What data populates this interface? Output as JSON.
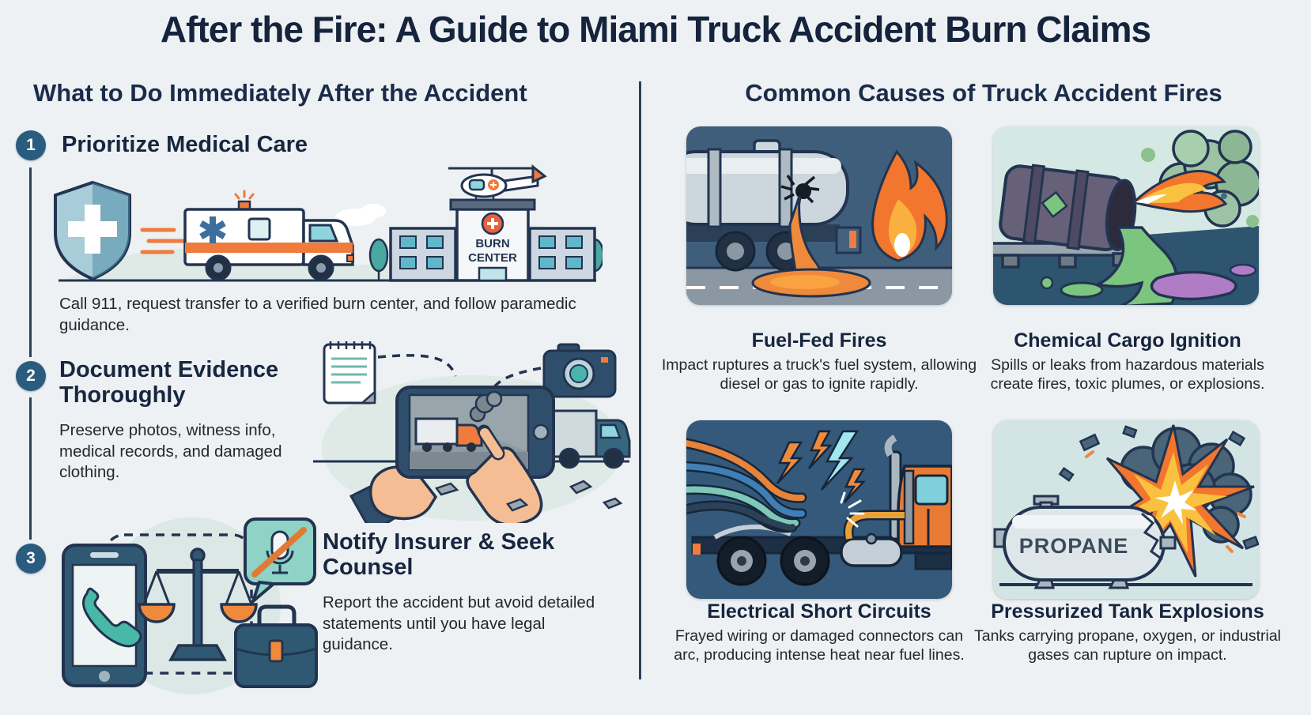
{
  "palette": {
    "background": "#edf1f3",
    "heading_navy": "#15243c",
    "accent_orange": "#ef7b3c",
    "accent_teal": "#49b8a8",
    "step_circle_blue": "#2a5c80",
    "card_dark_blue": "#3f5e7c",
    "card_light_teal": "#d6e8e3"
  },
  "header": {
    "title": "After the Fire: A Guide to Miami Truck Accident Burn Claims"
  },
  "left_section": {
    "heading": "What to Do Immediately After the Accident",
    "steps": [
      {
        "number": "1",
        "title": "Prioritize Medical Care",
        "description": "Call 911, request transfer to a verified burn center, and follow paramedic guidance.",
        "building_sign_line1": "BURN",
        "building_sign_line2": "CENTER"
      },
      {
        "number": "2",
        "title": "Document Evidence Thoroughly",
        "description": "Preserve photos, witness info, medical records, and damaged clothing."
      },
      {
        "number": "3",
        "title": "Notify Insurer & Seek Counsel",
        "description": "Report the accident but avoid detailed statements until you have legal guidance."
      }
    ]
  },
  "right_section": {
    "heading": "Common Causes of Truck Accident Fires",
    "causes": [
      {
        "title": "Fuel-Fed Fires",
        "description": "Impact ruptures a truck's fuel system, allowing diesel or gas to ignite rapidly."
      },
      {
        "title": "Chemical Cargo Ignition",
        "description": "Spills or leaks from hazardous materials create fires, toxic plumes, or explosions."
      },
      {
        "title": "Electrical Short Circuits",
        "description": "Frayed wiring or damaged connectors can arc, producing intense heat near fuel lines."
      },
      {
        "title": "Pressurized Tank Explosions",
        "description": "Tanks carrying propane, oxygen, or industrial gases can rupture on impact.",
        "tank_label": "PROPANE"
      }
    ]
  }
}
